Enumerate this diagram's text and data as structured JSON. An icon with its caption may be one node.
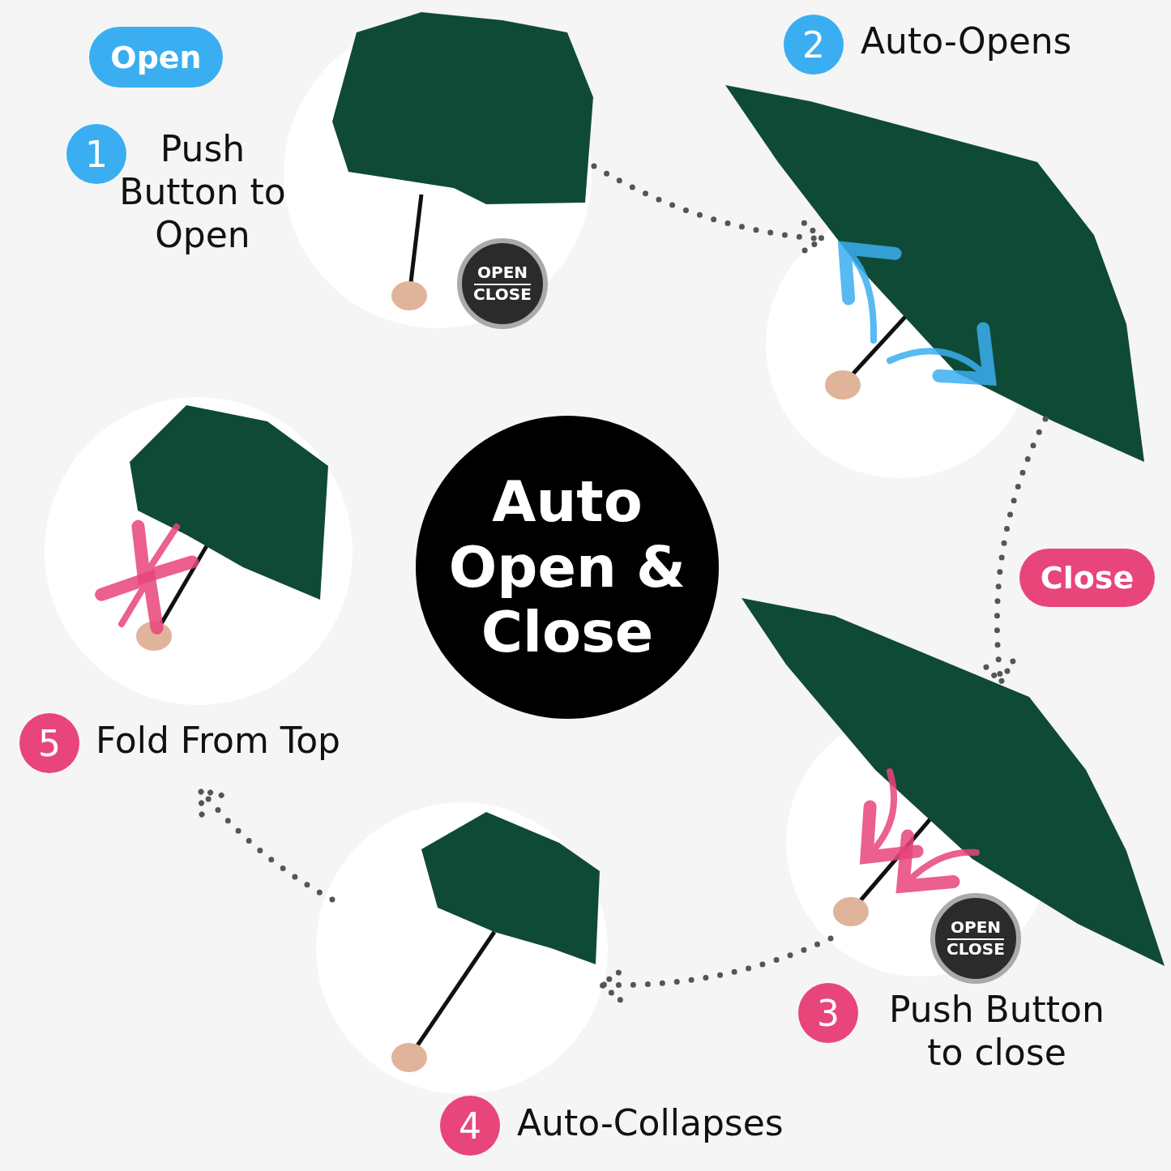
{
  "diagram": {
    "nodes": [
      {
        "text": [],
        "shape": "picture",
        "beside": [
          "1",
          "Push Button to Open"
        ]
      },
      {
        "text": [],
        "shape": "picture",
        "beside": [
          "2",
          "Auto-Opens"
        ]
      },
      {
        "text": [],
        "shape": "picture",
        "beside": [
          "3",
          "Push Button to close"
        ]
      },
      {
        "text": [],
        "shape": "picture",
        "beside": [
          "4",
          "Auto-Collapses"
        ]
      },
      {
        "text": [],
        "shape": "picture",
        "beside": [
          "5",
          "Fold From Top"
        ]
      },
      {
        "text": [
          "Auto Open & Close"
        ]
      }
    ],
    "edges": [
      {
        "from": 0,
        "to": 1,
        "arrow": "to",
        "style": "dashed"
      },
      {
        "from": 1,
        "to": 2,
        "arrow": "to",
        "style": "dashed"
      },
      {
        "from": 2,
        "to": 3,
        "arrow": "to",
        "style": "dashed"
      },
      {
        "from": 3,
        "to": 4,
        "arrow": "to",
        "style": "dashed"
      }
    ],
    "labels": [
      "Open",
      "OPEN",
      "CLOSE",
      "Close",
      "OPEN",
      "CLOSE"
    ]
  }
}
